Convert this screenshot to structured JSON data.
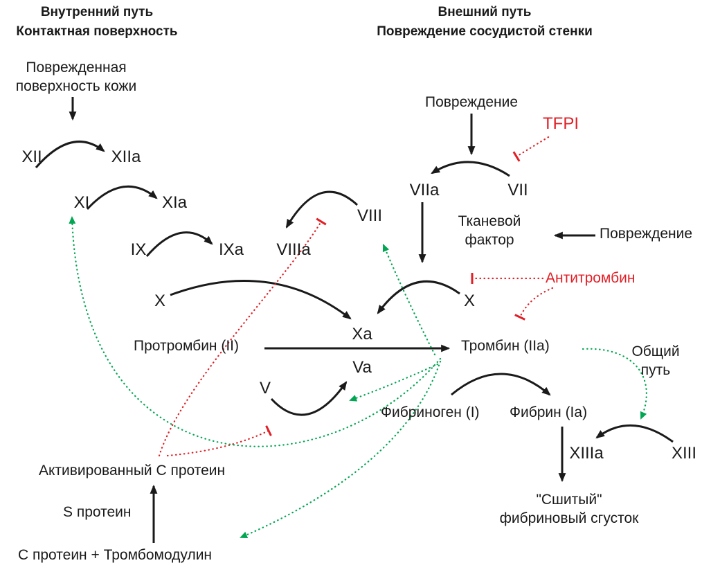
{
  "titles": {
    "intrinsic": "Внутренний путь\nКонтактная поверхность",
    "extrinsic": "Внешний путь\nПовреждение сосудистой стенки"
  },
  "nodes": {
    "damaged_skin": "Поврежденная\nповерхность кожи",
    "xii": "XII",
    "xiia": "XIIa",
    "xi": "XI",
    "xia": "XIa",
    "ix": "IX",
    "ixa": "IXa",
    "viiia": "VIIIa",
    "viii": "VIII",
    "x_left": "X",
    "damage_top": "Повреждение",
    "viia": "VIIa",
    "vii": "VII",
    "tissue_factor": "Тканевой\nфактор",
    "damage_right": "Повреждение",
    "x_right": "X",
    "prothrombin": "Протромбин (II)",
    "xa": "Xa",
    "thrombin": "Тромбин (IIa)",
    "common_path": "Общий\nпуть",
    "va": "Va",
    "v": "V",
    "fibrinogen": "Фибриноген (I)",
    "fibrin": "Фибрин (Ia)",
    "xiiia": "XIIIa",
    "xiii": "XIII",
    "clot": "\"Сшитый\"\nфибриновый сгусток",
    "activated_protein_c": "Активированный C протеин",
    "s_protein": "S протеин",
    "protein_c_thrombomodulin": "C протеин + Тромбомодулин"
  },
  "inhibitors": {
    "tfpi": "TFPI",
    "antithrombin": "Антитромбин"
  },
  "colors": {
    "line": "#1a1a1a",
    "inhibit": "#e21f26",
    "activate": "#00a651"
  }
}
